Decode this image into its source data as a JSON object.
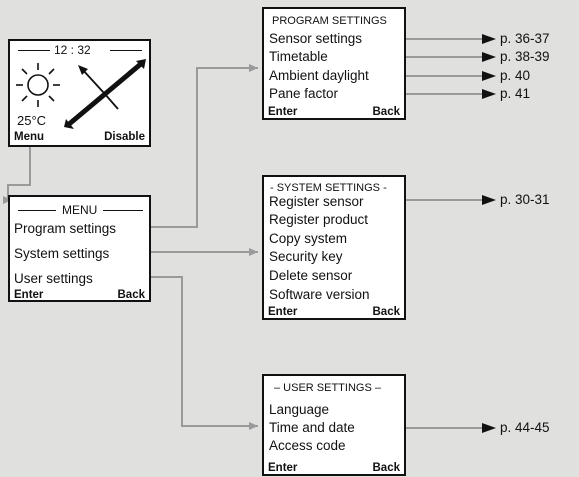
{
  "display": {
    "time": "12 : 32",
    "temperature": "25°C",
    "left_label": "Menu",
    "right_label": "Disable"
  },
  "menu": {
    "title": "MENU",
    "items": [
      "Program settings",
      "System settings",
      "User settings"
    ],
    "enter": "Enter",
    "back": "Back"
  },
  "program_settings": {
    "title": "PROGRAM SETTINGS",
    "items": [
      "Sensor settings",
      "Timetable",
      "Ambient daylight",
      "Pane factor"
    ],
    "enter": "Enter",
    "back": "Back",
    "refs": [
      "p. 36-37",
      "p. 38-39",
      "p. 40",
      "p. 41"
    ]
  },
  "system_settings": {
    "title": "SYSTEM SETTINGS",
    "items": [
      "Register sensor",
      "Register product",
      "Copy system",
      "Security key",
      "Delete sensor",
      "Software version"
    ],
    "enter": "Enter",
    "back": "Back",
    "refs": [
      "p. 30-31"
    ]
  },
  "user_settings": {
    "title": "USER SETTINGS",
    "items": [
      "Language",
      "Time and date",
      "Access code"
    ],
    "enter": "Enter",
    "back": "Back",
    "refs": [
      "p. 44-45"
    ]
  },
  "colors": {
    "connector": "#9a9a9a",
    "ink": "#111111"
  }
}
